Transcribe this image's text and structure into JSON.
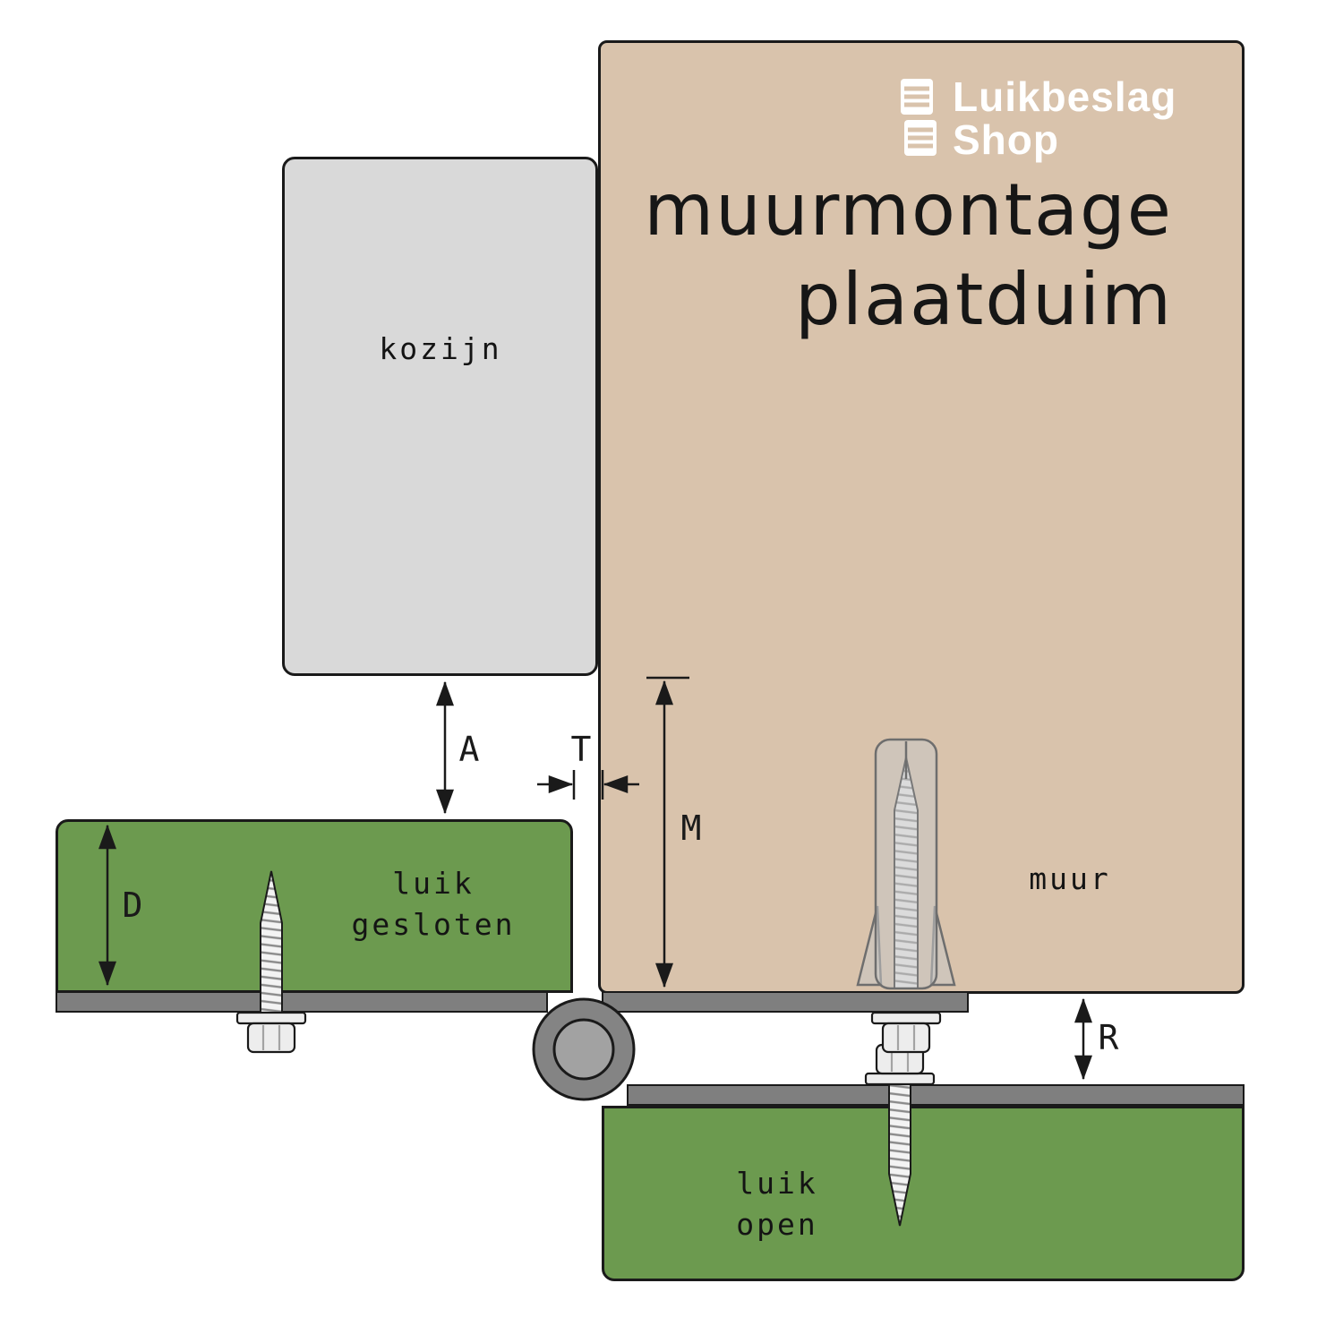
{
  "title": {
    "line1": "muurmontage",
    "line2": "plaatduim"
  },
  "logo": {
    "line1": "Luikbeslag",
    "line2": "Shop"
  },
  "parts": {
    "kozijn": "kozijn",
    "muur": "muur",
    "luik_gesloten": {
      "line1": "luik",
      "line2": "gesloten"
    },
    "luik_open": {
      "line1": "luik",
      "line2": "open"
    }
  },
  "dimensions": {
    "a": "A",
    "t": "T",
    "m": "M",
    "d": "D",
    "r": "R"
  },
  "colors": {
    "wall": "#D9C3AC",
    "frame": "#D9D9D9",
    "shutter": "#6C9A4F",
    "plate": "#7F7F7F",
    "hinge_outer": "#848484",
    "hinge_inner": "#A2A2A2",
    "line": "#1A1A1A",
    "logo_text": "#FFFFFF"
  }
}
